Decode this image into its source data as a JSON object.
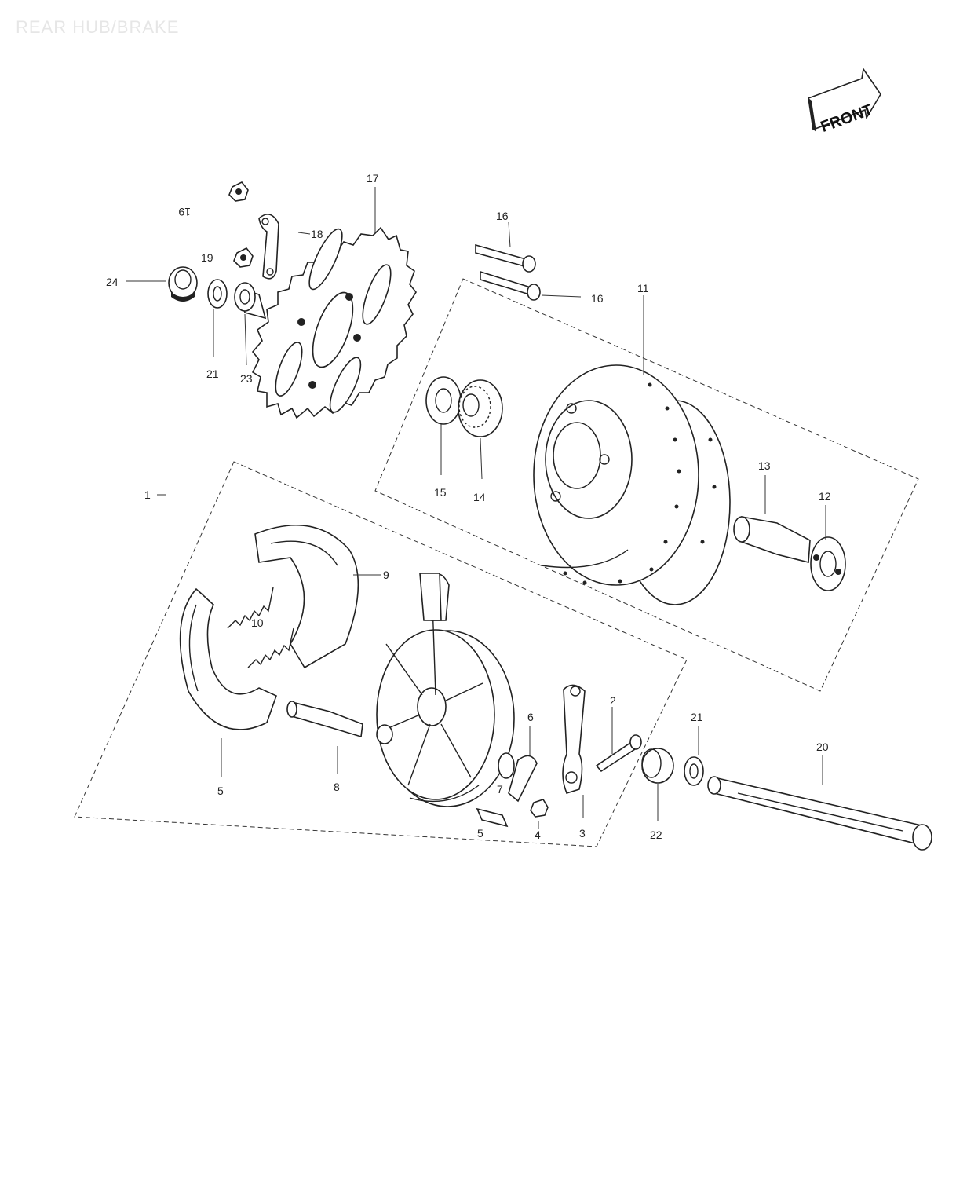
{
  "title": "REAR HUB/BRAKE",
  "orientation_badge": {
    "label": "FRONT",
    "icon": "front-arrow-icon"
  },
  "callouts": {
    "c1": "1",
    "c2": "2",
    "c3": "3",
    "c4": "4",
    "c5a": "5",
    "c5b": "5",
    "c6": "6",
    "c7": "7",
    "c8": "8",
    "c9": "9",
    "c10": "10",
    "c11": "11",
    "c12": "12",
    "c13": "13",
    "c14": "14",
    "c15": "15",
    "c16a": "16",
    "c16b": "16",
    "c17": "17",
    "c18": "18",
    "c19a": "19",
    "c19b": "19",
    "c20": "20",
    "c21a": "21",
    "c21b": "21",
    "c22": "22",
    "c23": "23",
    "c24": "24"
  }
}
